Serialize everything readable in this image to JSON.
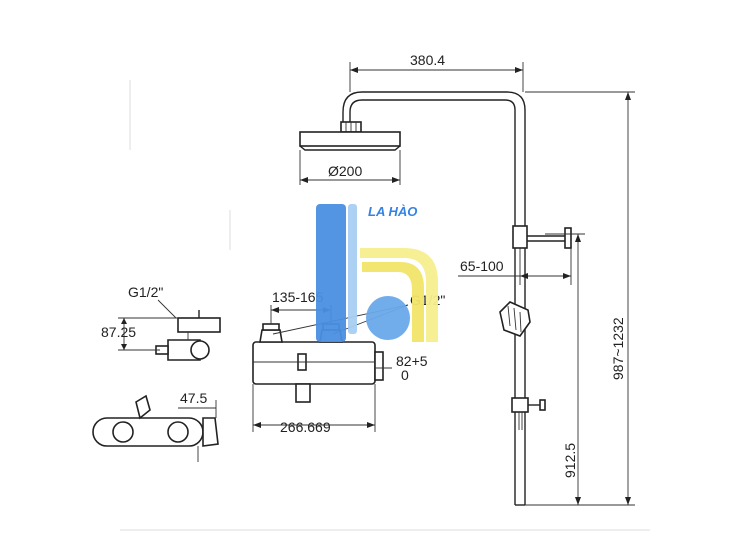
{
  "logo": {
    "brand": "LA HÀO",
    "colors": {
      "blue": "#4a90e2",
      "light_blue": "#a9cff3",
      "yellow": "#f7ef8f"
    }
  },
  "dimensions": {
    "arm_length": "380.4",
    "head_diameter": "Ø200",
    "bracket_offset": "65-100",
    "total_height": "987~1232",
    "rail_height": "912.5",
    "center_distance": "135-165",
    "thread_right": "G1/2\"",
    "inlet_offset_top": "82+5",
    "inlet_offset_bottom": "0",
    "body_length": "266.669",
    "thread_left": "G1/2\"",
    "side_height": "87.25",
    "handle_depth": "47.5"
  }
}
